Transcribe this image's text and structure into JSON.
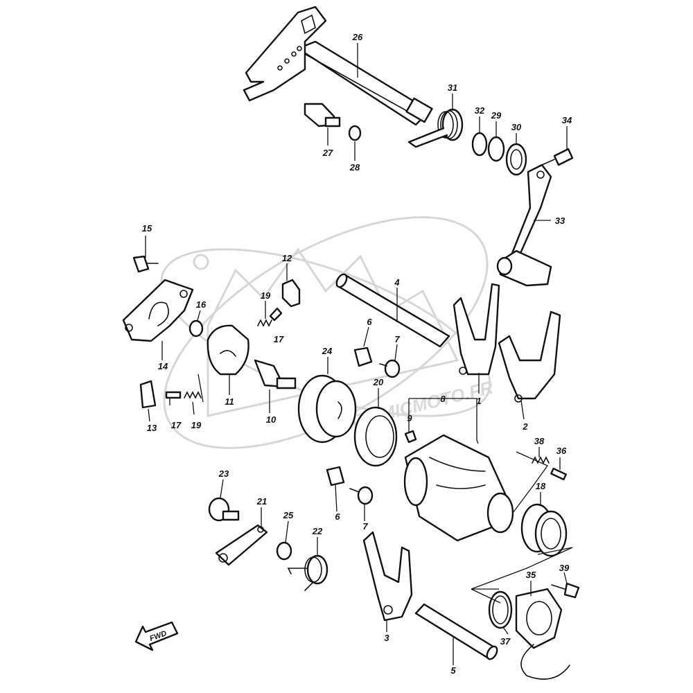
{
  "watermark_text": "ATOMICMOTO.FR",
  "direction_label": "FWD",
  "parts": [
    {
      "key": "p1",
      "number": "1"
    },
    {
      "key": "p2",
      "number": "2"
    },
    {
      "key": "p3",
      "number": "3"
    },
    {
      "key": "p4",
      "number": "4"
    },
    {
      "key": "p5",
      "number": "5"
    },
    {
      "key": "p6a",
      "number": "6"
    },
    {
      "key": "p6b",
      "number": "6"
    },
    {
      "key": "p7a",
      "number": "7"
    },
    {
      "key": "p7b",
      "number": "7"
    },
    {
      "key": "p8",
      "number": "8"
    },
    {
      "key": "p9",
      "number": "9"
    },
    {
      "key": "p10",
      "number": "10"
    },
    {
      "key": "p11",
      "number": "11"
    },
    {
      "key": "p12",
      "number": "12"
    },
    {
      "key": "p13",
      "number": "13"
    },
    {
      "key": "p14",
      "number": "14"
    },
    {
      "key": "p15",
      "number": "15"
    },
    {
      "key": "p16",
      "number": "16"
    },
    {
      "key": "p17a",
      "number": "17"
    },
    {
      "key": "p17b",
      "number": "17"
    },
    {
      "key": "p18",
      "number": "18"
    },
    {
      "key": "p19a",
      "number": "19"
    },
    {
      "key": "p19b",
      "number": "19"
    },
    {
      "key": "p20",
      "number": "20"
    },
    {
      "key": "p21",
      "number": "21"
    },
    {
      "key": "p22",
      "number": "22"
    },
    {
      "key": "p23",
      "number": "23"
    },
    {
      "key": "p24",
      "number": "24"
    },
    {
      "key": "p25",
      "number": "25"
    },
    {
      "key": "p26",
      "number": "26"
    },
    {
      "key": "p27",
      "number": "27"
    },
    {
      "key": "p28",
      "number": "28"
    },
    {
      "key": "p29",
      "number": "29"
    },
    {
      "key": "p30",
      "number": "30"
    },
    {
      "key": "p31",
      "number": "31"
    },
    {
      "key": "p32",
      "number": "32"
    },
    {
      "key": "p33",
      "number": "33"
    },
    {
      "key": "p34",
      "number": "34"
    },
    {
      "key": "p35",
      "number": "35"
    },
    {
      "key": "p36",
      "number": "36"
    },
    {
      "key": "p37",
      "number": "37"
    },
    {
      "key": "p38",
      "number": "38"
    },
    {
      "key": "p39",
      "number": "39"
    }
  ]
}
